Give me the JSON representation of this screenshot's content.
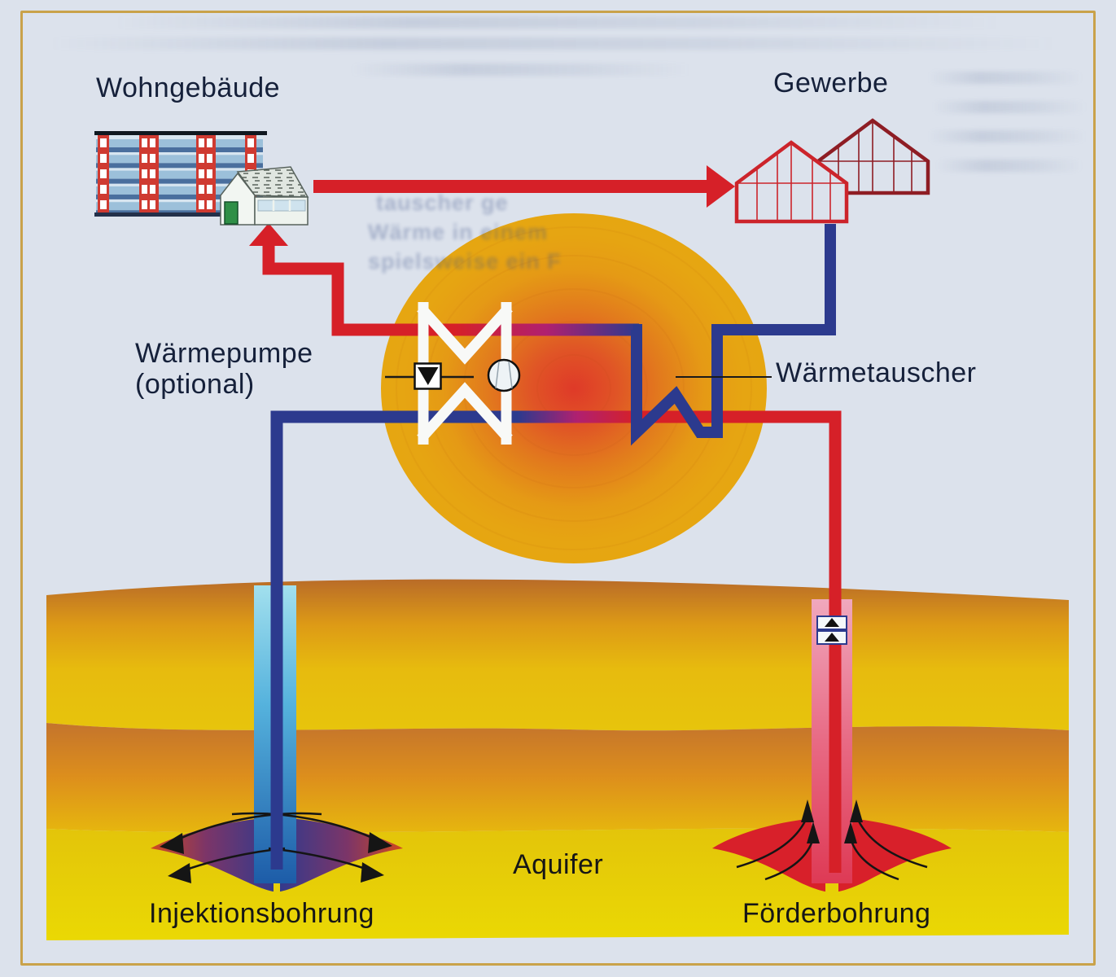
{
  "labels": {
    "wohngebaeude": "Wohngebäude",
    "gewerbe": "Gewerbe",
    "waermepumpe_line1": "Wärmepumpe",
    "waermepumpe_line2": "(optional)",
    "waermetauscher": "Wärmetauscher",
    "aquifer": "Aquifer",
    "injektionsbohrung": "Injektionsbohrung",
    "foerderbohrung": "Förderbohrung"
  },
  "bleed_text": {
    "line1": "tauscher ge",
    "line2": "Wärme in einem",
    "line3": "spielsweise ein F"
  },
  "icons": {
    "apartment_building": "apartment-building-icon",
    "house": "house-icon",
    "greenhouses": "greenhouse-icons",
    "heat_pump_symbol": "heat-pump-bowtie-symbol",
    "valve": "valve-icon",
    "compressor": "compressor-icon",
    "heat_exchanger": "heat-exchanger-zigzag",
    "pump": "downhole-pump-icon"
  },
  "colors": {
    "background": "#dce2ec",
    "frame_gold": "#c9a24a",
    "hot_pipe_red": "#d62028",
    "cold_pipe_navy": "#2c3a8e",
    "heat_circle_center": "#df3a28",
    "heat_circle_edge": "#e6a611",
    "aquifer_yellow": "#e8d106",
    "soil_orange": "#c4742c",
    "injection_casing_blue": "#55b2dd",
    "production_casing_pink": "#e86a84",
    "label_navy": "#15203a",
    "label_black": "#161616"
  }
}
